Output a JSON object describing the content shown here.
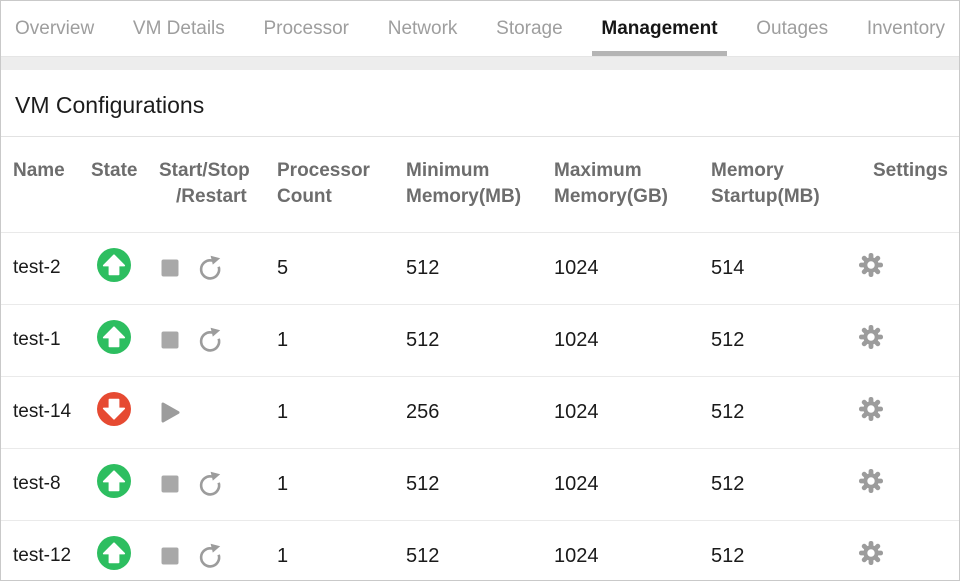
{
  "tabs": [
    {
      "label": "Overview",
      "active": false
    },
    {
      "label": "VM Details",
      "active": false
    },
    {
      "label": "Processor",
      "active": false
    },
    {
      "label": "Network",
      "active": false
    },
    {
      "label": "Storage",
      "active": false
    },
    {
      "label": "Management",
      "active": true
    },
    {
      "label": "Outages",
      "active": false
    },
    {
      "label": "Inventory",
      "active": false
    }
  ],
  "section": {
    "title": "VM Configurations"
  },
  "table": {
    "columns": [
      {
        "line1": "Name"
      },
      {
        "line1": "State"
      },
      {
        "line1": "Start/Stop",
        "line2": "/Restart"
      },
      {
        "line1": "Processor",
        "line2": "Count"
      },
      {
        "line1": "Minimum",
        "line2": "Memory(MB)"
      },
      {
        "line1": "Maximum",
        "line2": "Memory(GB)"
      },
      {
        "line1": "Memory",
        "line2": "Startup(MB)"
      },
      {
        "line1": "Settings"
      }
    ],
    "rows": [
      {
        "name": "test-2",
        "state": "running",
        "processor_count": "5",
        "min_memory_mb": "512",
        "max_memory_gb": "1024",
        "memory_startup_mb": "514"
      },
      {
        "name": "test-1",
        "state": "running",
        "processor_count": "1",
        "min_memory_mb": "512",
        "max_memory_gb": "1024",
        "memory_startup_mb": "512"
      },
      {
        "name": "test-14",
        "state": "stopped",
        "processor_count": "1",
        "min_memory_mb": "256",
        "max_memory_gb": "1024",
        "memory_startup_mb": "512"
      },
      {
        "name": "test-8",
        "state": "running",
        "processor_count": "1",
        "min_memory_mb": "512",
        "max_memory_gb": "1024",
        "memory_startup_mb": "512"
      },
      {
        "name": "test-12",
        "state": "running",
        "processor_count": "1",
        "min_memory_mb": "512",
        "max_memory_gb": "1024",
        "memory_startup_mb": "512"
      }
    ]
  },
  "colors": {
    "running_green": "#2dbe60",
    "stopped_red": "#e64a32",
    "icon_gray": "#9c9c9c",
    "stop_gray": "#a8a8a8",
    "active_tab_underline": "#b5b5b5",
    "header_text": "#6d6d6d",
    "tab_inactive": "#9e9e9e"
  }
}
